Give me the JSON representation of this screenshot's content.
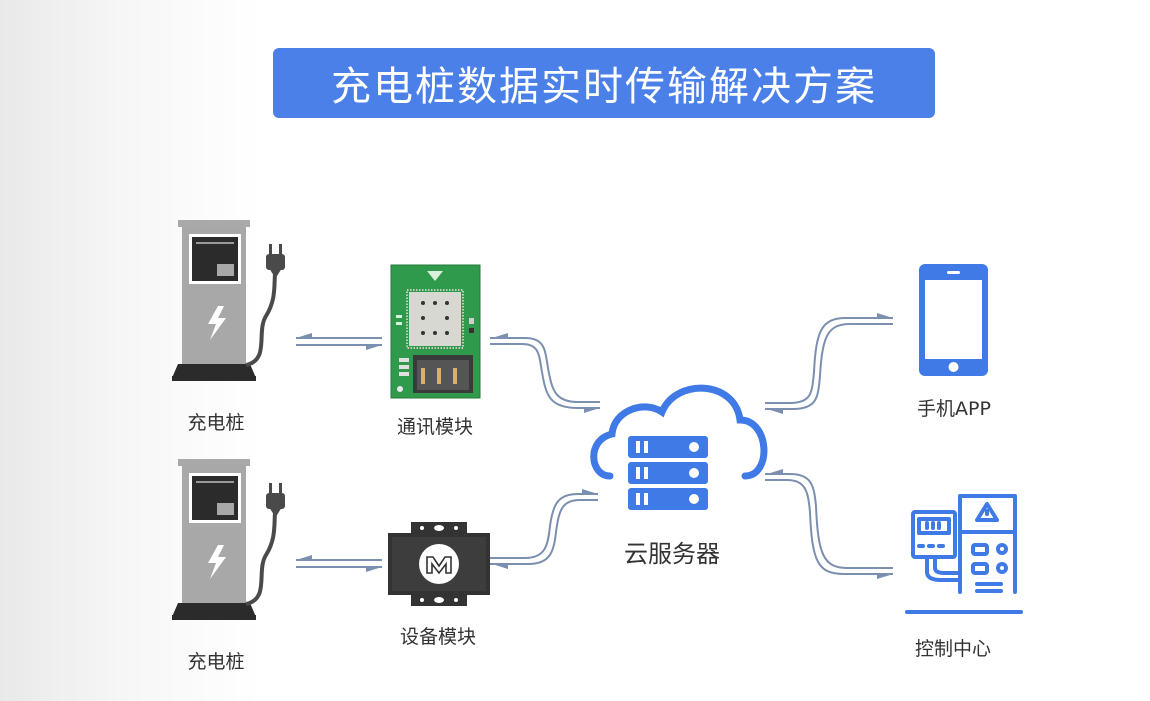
{
  "title": "充电桩数据实时传输解决方案",
  "colors": {
    "accent": "#4a80e8",
    "arrow": "#7b8fb0",
    "pile_body": "#a8a8a8",
    "pile_dark": "#2b2b2b",
    "pcb_green": "#2f9a4c"
  },
  "nodes": {
    "pile_top": {
      "label": "充电桩",
      "icon": "charging-pile-icon"
    },
    "pile_bottom": {
      "label": "充电桩",
      "icon": "charging-pile-icon"
    },
    "comm_module": {
      "label": "通讯模块",
      "icon": "pcb-module-icon"
    },
    "device_module": {
      "label": "设备模块",
      "icon": "device-box-icon"
    },
    "cloud_server": {
      "label": "云服务器",
      "icon": "cloud-server-icon"
    },
    "mobile_app": {
      "label": "手机APP",
      "icon": "smartphone-icon"
    },
    "control_center": {
      "label": "控制中心",
      "icon": "control-panel-icon"
    }
  },
  "connections": [
    {
      "from": "pile_top",
      "to": "comm_module",
      "direction": "bidirectional"
    },
    {
      "from": "pile_bottom",
      "to": "device_module",
      "direction": "bidirectional"
    },
    {
      "from": "comm_module",
      "to": "cloud_server",
      "direction": "bidirectional"
    },
    {
      "from": "device_module",
      "to": "cloud_server",
      "direction": "bidirectional"
    },
    {
      "from": "cloud_server",
      "to": "mobile_app",
      "direction": "bidirectional"
    },
    {
      "from": "cloud_server",
      "to": "control_center",
      "direction": "bidirectional"
    }
  ]
}
